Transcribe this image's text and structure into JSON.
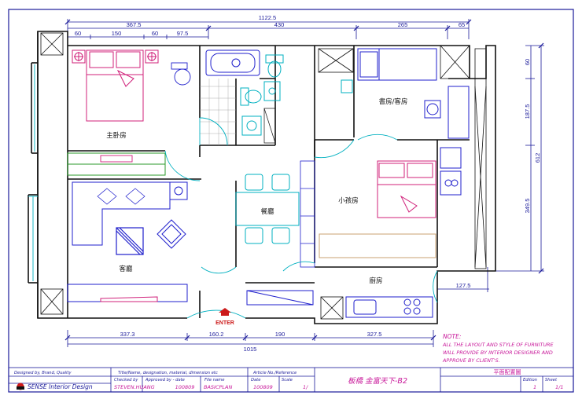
{
  "dimensions": {
    "top_total": "1122.5",
    "top_left": "367.5",
    "top_mid": "430",
    "top_right_a": "265",
    "top_right_b": "65",
    "top_sub_1": "60",
    "top_sub_2": "150",
    "top_sub_3": "60",
    "top_sub_4": "97.5",
    "right_1": "60",
    "right_2": "187.5",
    "right_3": "612",
    "right_4": "349.5",
    "right_5": "127.5",
    "bottom_1": "337.3",
    "bottom_2": "160.2",
    "bottom_3": "190",
    "bottom_4": "327.5",
    "bottom_total": "1015"
  },
  "rooms": {
    "master_bedroom": "主卧房",
    "study_guest": "書房/客房",
    "kids_room": "小孩房",
    "dining": "餐廳",
    "living": "客廳",
    "kitchen": "廚房"
  },
  "entry_label": "ENTER",
  "note": {
    "title": "NOTE:",
    "lines": [
      "ALL THE LAYOUT AND STYLE OF FURNITURE",
      "WILL PROVIDE BY INTERIOR DESIGNER AND",
      "APPROVE BY CLIENT'S."
    ]
  },
  "title_block": {
    "designed_by": "Designed by, Brand, Quality",
    "title_header": "Title/Name, designation, material, dimension etc",
    "article_header": "Article No./Reference",
    "project_title": "板橋 金富天下-B2",
    "drawing_name": "平面配置圖",
    "company": "SENSE Interior Design",
    "checked_by_label": "Checked by",
    "checked_by": "STEVEN.HUANG",
    "approved_label": "Approved by - date",
    "approved_date": "100809",
    "file_label": "File name",
    "file_name": "BASICPLAN",
    "date_label": "Date",
    "date": "100809",
    "scale_label": "Scale",
    "scale": "1/",
    "edition_label": "Edition",
    "edition": "1",
    "sheet_label": "Sheet",
    "sheet": "1/1"
  },
  "colors": {
    "wall": "#111111",
    "dimension": "#1a1a9a",
    "furniture_magenta": "#d0207a",
    "furniture_cyan": "#00b0c0",
    "furniture_blue": "#1f1fcc",
    "furniture_green": "#2a9a2a",
    "note_magenta": "#c8189a"
  }
}
